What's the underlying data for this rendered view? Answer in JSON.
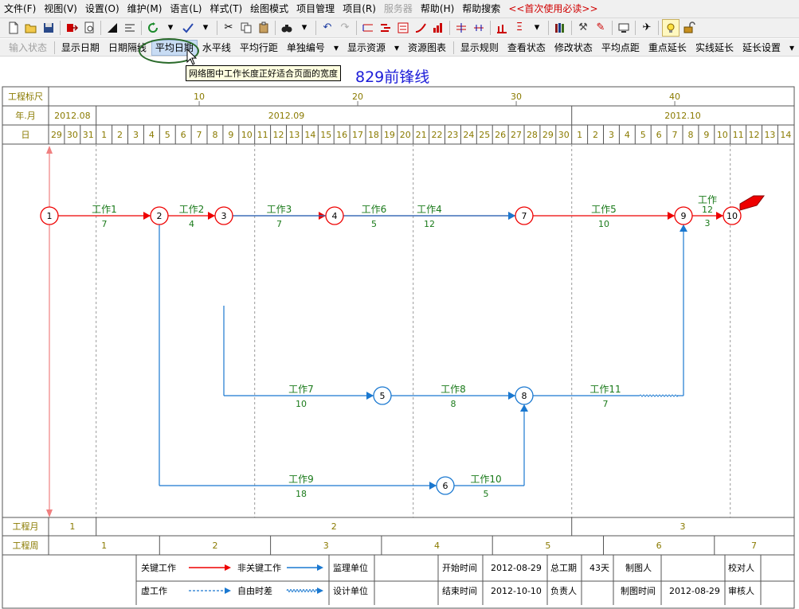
{
  "menu": {
    "items": [
      {
        "label": "文件(F)"
      },
      {
        "label": "视图(V)"
      },
      {
        "label": "设置(O)"
      },
      {
        "label": "维护(M)"
      },
      {
        "label": "语言(L)"
      },
      {
        "label": "样式(T)"
      },
      {
        "label": "绘图模式"
      },
      {
        "label": "项目管理"
      },
      {
        "label": "项目(R)"
      },
      {
        "label": "服务器"
      },
      {
        "label": "帮助(H)"
      },
      {
        "label": "帮助搜索"
      },
      {
        "label": "<<首次使用必读>>"
      }
    ]
  },
  "toolbar2": {
    "input_state": "输入状态",
    "show_date": "显示日期",
    "date_gap_line": "日期隔线",
    "avg_date": "平均日期",
    "horizontal_line": "水平线",
    "avg_row_gap": "平均行距",
    "single_number": "单独编号",
    "show_resource": "显示资源",
    "resource_chart": "资源图表",
    "show_rules": "显示规则",
    "view_state": "查看状态",
    "modify_state": "修改状态",
    "avg_point_gap": "平均点距",
    "key_extend": "重点延长",
    "solid_extend": "实线延长",
    "extend_settings": "延长设置"
  },
  "tooltip": "网络图中工作长度正好适合页面的宽度",
  "doc_title": "829前锋线",
  "timeline": {
    "scale_label": "工程标尺",
    "scale_marks": [
      "10",
      "20",
      "30",
      "40"
    ],
    "year_month_label": "年.月",
    "months": [
      "2012.08",
      "2012.09",
      "2012.10"
    ],
    "day_label": "日",
    "days": [
      "29",
      "30",
      "31",
      "1",
      "2",
      "3",
      "4",
      "5",
      "6",
      "7",
      "8",
      "9",
      "10",
      "11",
      "12",
      "13",
      "14",
      "15",
      "16",
      "17",
      "18",
      "19",
      "20",
      "21",
      "22",
      "23",
      "24",
      "25",
      "26",
      "27",
      "28",
      "29",
      "30",
      "1",
      "2",
      "3",
      "4",
      "5",
      "6",
      "7",
      "8",
      "9",
      "10",
      "11",
      "12",
      "13",
      "14"
    ],
    "project_month_label": "工程月",
    "project_months": [
      "1",
      "2",
      "3"
    ],
    "project_week_label": "工程周",
    "project_weeks": [
      "1",
      "2",
      "3",
      "4",
      "5",
      "6",
      "7"
    ]
  },
  "network": {
    "nodes": [
      {
        "id": "1",
        "critical": true
      },
      {
        "id": "2",
        "critical": true
      },
      {
        "id": "3",
        "critical": true
      },
      {
        "id": "4",
        "critical": true
      },
      {
        "id": "7",
        "critical": true
      },
      {
        "id": "9",
        "critical": true
      },
      {
        "id": "10",
        "critical": true
      },
      {
        "id": "5",
        "critical": false
      },
      {
        "id": "8",
        "critical": false
      },
      {
        "id": "6",
        "critical": false
      }
    ],
    "tasks": [
      {
        "name": "工作1",
        "duration": "7",
        "from": "1",
        "to": "2",
        "critical": true
      },
      {
        "name": "工作2",
        "duration": "4",
        "from": "2",
        "to": "3",
        "critical": true
      },
      {
        "name": "工作3",
        "duration": "7",
        "from": "3",
        "to": "4",
        "critical": true
      },
      {
        "name": "工作4",
        "duration": "12",
        "from": "4",
        "to": "7",
        "critical": true
      },
      {
        "name": "工作5",
        "duration": "10",
        "from": "7",
        "to": "9",
        "critical": true
      },
      {
        "name": "工作12",
        "duration": "3",
        "from": "9",
        "to": "10",
        "critical": true
      },
      {
        "name": "工作6",
        "duration": "5",
        "from": "3",
        "to": "7",
        "critical": false
      },
      {
        "name": "工作7",
        "duration": "10",
        "from": "3",
        "to": "5",
        "critical": false
      },
      {
        "name": "工作8",
        "duration": "8",
        "from": "5",
        "to": "8",
        "critical": false
      },
      {
        "name": "工作11",
        "duration": "7",
        "from": "8",
        "to": "9",
        "critical": false
      },
      {
        "name": "工作9",
        "duration": "18",
        "from": "2",
        "to": "6",
        "critical": false
      },
      {
        "name": "工作10",
        "duration": "5",
        "from": "6",
        "to": "8",
        "critical": false
      }
    ]
  },
  "legend": {
    "critical": "关键工作",
    "non_critical": "非关键工作",
    "dummy": "虚工作",
    "free_float": "自由时差",
    "supervisor": "监理单位",
    "designer": "设计单位",
    "start_time_label": "开始时间",
    "start_time": "2012-08-29",
    "end_time_label": "结束时间",
    "end_time": "2012-10-10",
    "total_duration_label": "总工期",
    "total_duration": "43天",
    "responsible_label": "负责人",
    "drafter_label": "制图人",
    "draw_time_label": "制图时间",
    "draw_time": "2012-08-29",
    "checker_label": "校对人",
    "reviewer_label": "审核人"
  },
  "colors": {
    "critical": "#ee0000",
    "non_critical": "#1a78d0",
    "text_olive": "#8a7a00",
    "text_green": "#1a7a1a",
    "title_blue": "#1c1cd8",
    "grid": "#9a9a9a"
  }
}
